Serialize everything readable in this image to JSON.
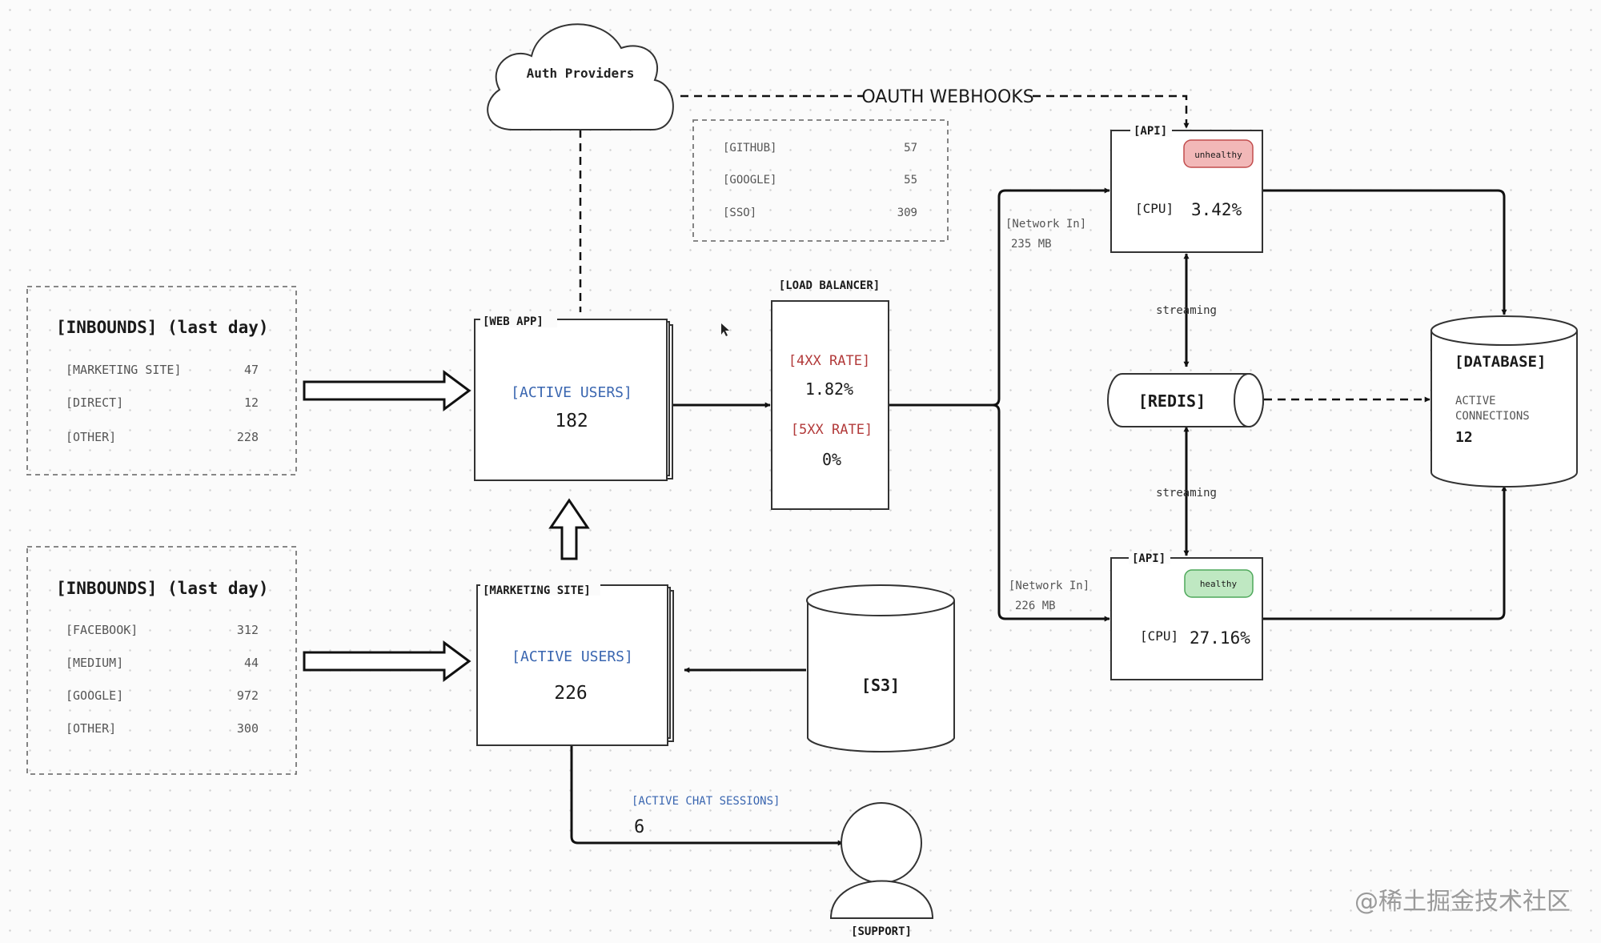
{
  "auth": {
    "label": "Auth Providers"
  },
  "oauth": {
    "label": "OAUTH WEBHOOKS"
  },
  "providers": [
    {
      "name": "[GITHUB]",
      "value": "57"
    },
    {
      "name": "[GOOGLE]",
      "value": "55"
    },
    {
      "name": "[SSO]",
      "value": "309"
    }
  ],
  "inbounds1": {
    "title": "[INBOUNDS] (last day)",
    "rows": [
      {
        "name": "[MARKETING SITE]",
        "value": "47"
      },
      {
        "name": "[DIRECT]",
        "value": "12"
      },
      {
        "name": "[OTHER]",
        "value": "228"
      }
    ]
  },
  "inbounds2": {
    "title": "[INBOUNDS] (last day)",
    "rows": [
      {
        "name": "[FACEBOOK]",
        "value": "312"
      },
      {
        "name": "[MEDIUM]",
        "value": "44"
      },
      {
        "name": "[GOOGLE]",
        "value": "972"
      },
      {
        "name": "[OTHER]",
        "value": "300"
      }
    ]
  },
  "webapp": {
    "title": "[WEB APP]",
    "metric_label": "[ACTIVE USERS]",
    "metric_value": "182"
  },
  "marketing": {
    "title": "[MARKETING SITE]",
    "metric_label": "[ACTIVE USERS]",
    "metric_value": "226"
  },
  "lb": {
    "title": "[LOAD BALANCER]",
    "rate4_label": "[4XX RATE]",
    "rate4_value": "1.82%",
    "rate5_label": "[5XX RATE]",
    "rate5_value": "0%"
  },
  "api_top": {
    "title": "[API]",
    "status": "unhealthy",
    "cpu_label": "[CPU]",
    "cpu_value": "3.42%",
    "net_label": "[Network In]",
    "net_value": "235 MB"
  },
  "api_bottom": {
    "title": "[API]",
    "status": "healthy",
    "cpu_label": "[CPU]",
    "cpu_value": "27.16%",
    "net_label": "[Network In]",
    "net_value": "226 MB"
  },
  "redis": {
    "label": "[REDIS]",
    "stream_top": "streaming",
    "stream_bottom": "streaming"
  },
  "database": {
    "title": "[DATABASE]",
    "conn_label_1": "ACTIVE",
    "conn_label_2": "CONNECTIONS",
    "conn_value": "12"
  },
  "s3": {
    "label": "[S3]"
  },
  "chat": {
    "label": "[ACTIVE CHAT SESSIONS]",
    "value": "6"
  },
  "support": {
    "label": "[SUPPORT]"
  },
  "watermark": {
    "text": "@稀土掘金技术社区"
  },
  "colors": {
    "blue": "#3a66b0",
    "red": "#b23a3a",
    "unhealthy_bg": "#f2b8b8",
    "unhealthy_border": "#c24d4d",
    "healthy_bg": "#bfe8c2",
    "healthy_border": "#4fa85b"
  }
}
